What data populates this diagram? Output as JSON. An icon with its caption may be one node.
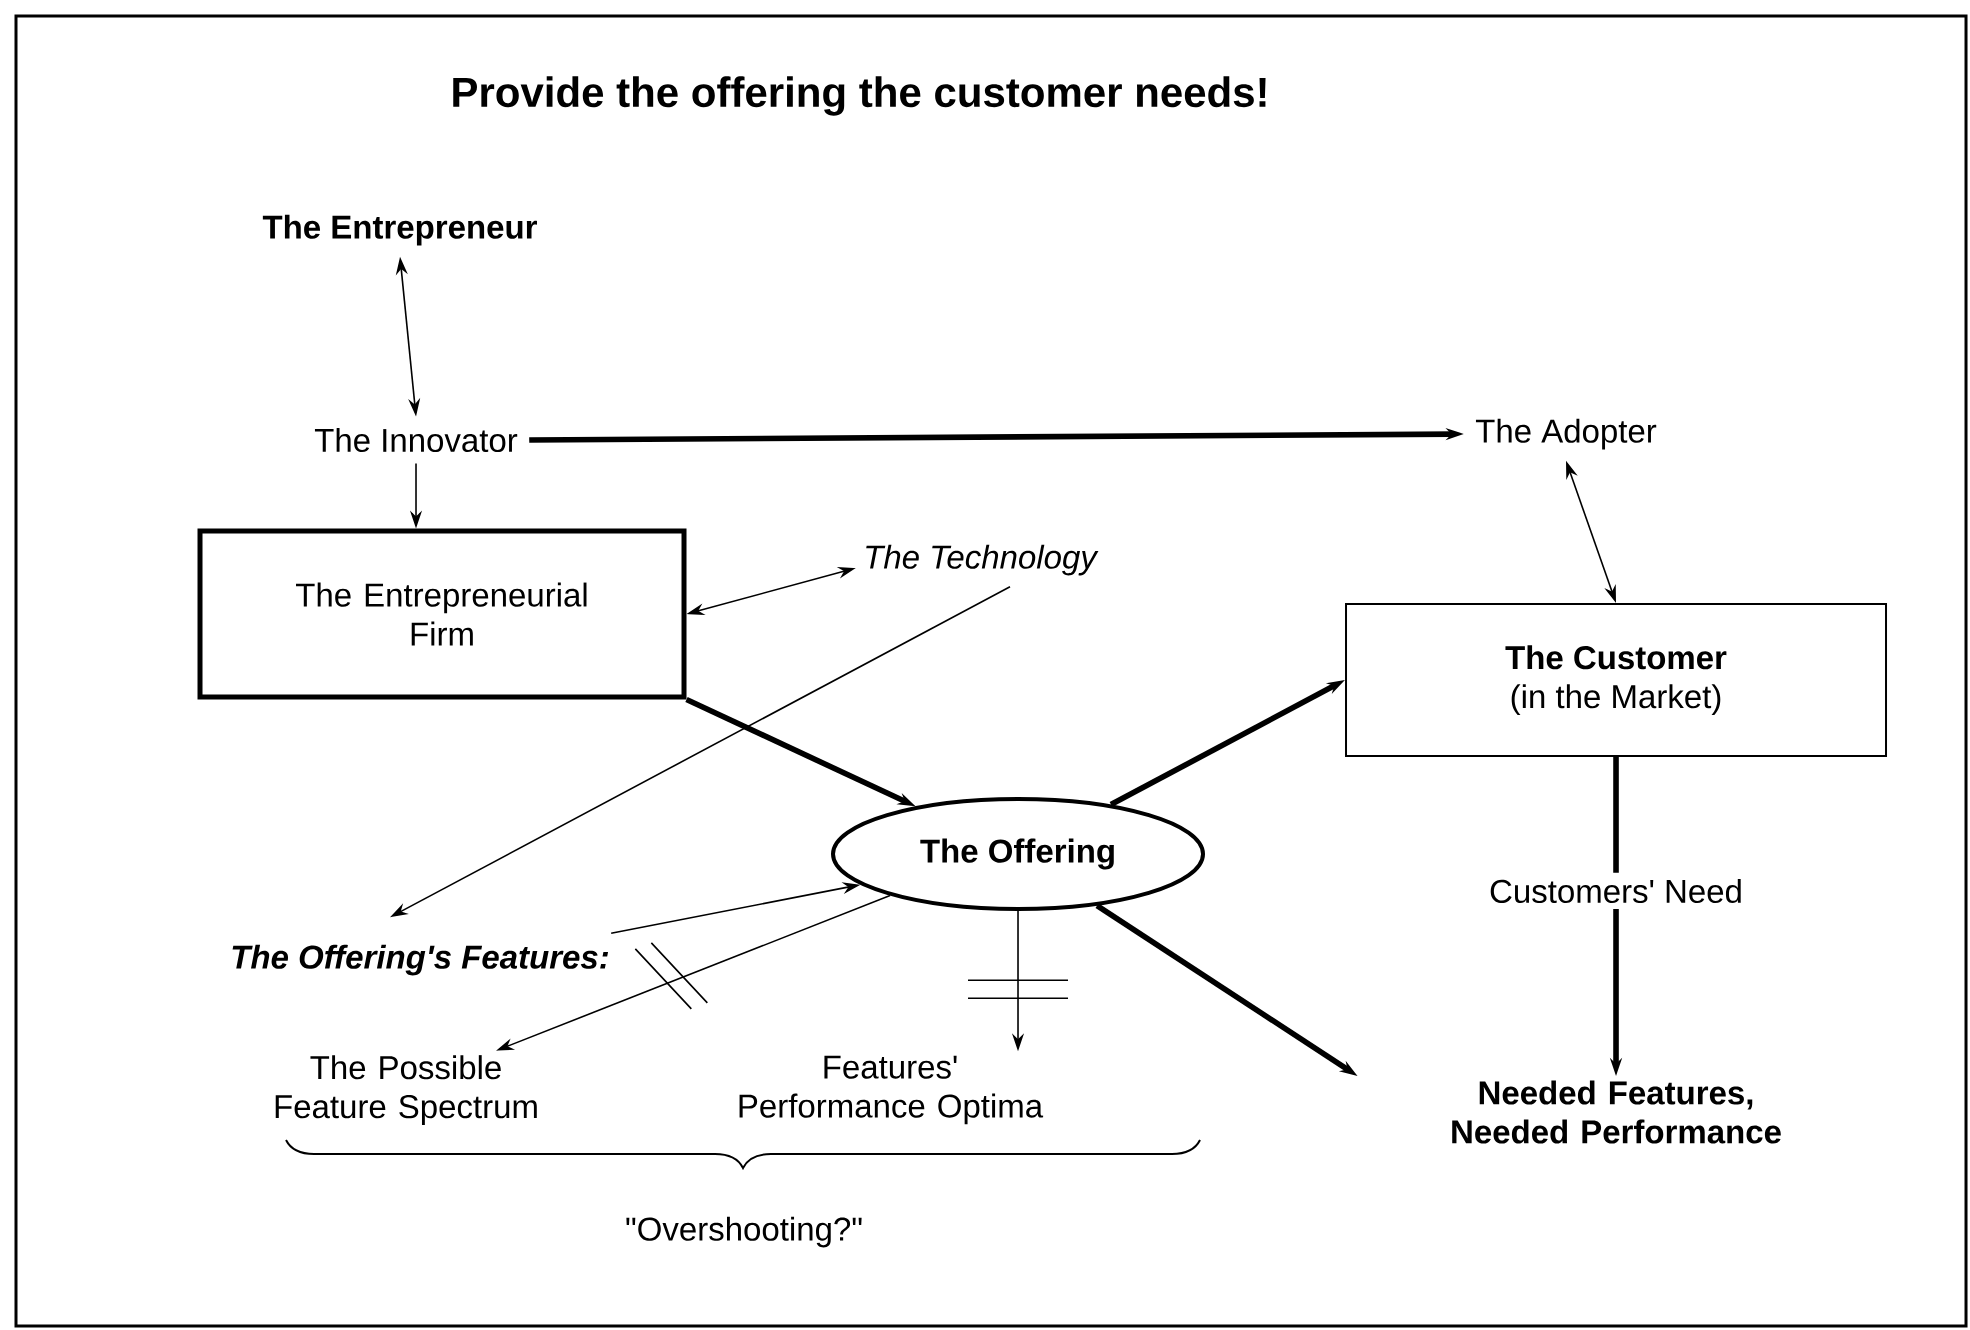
{
  "diagram": {
    "title": "Provide the offering the customer needs!",
    "nodes": [
      {
        "text": [
          "The Entrepreneur"
        ]
      },
      {
        "text": [
          "The Innovator"
        ]
      },
      {
        "text": [
          "The Adopter"
        ]
      },
      {
        "text": [
          "The Entrepreneurial Firm"
        ]
      },
      {
        "text": [
          "The Technology"
        ]
      },
      {
        "text": [
          "The Customer",
          "(in the Market)"
        ]
      },
      {
        "text": [
          "The Offering"
        ]
      },
      {
        "text": [
          "The Offering's Features:"
        ]
      },
      {
        "text": [
          "The Possible Feature Spectrum"
        ]
      },
      {
        "text": [
          "Features' Performance Optima"
        ]
      },
      {
        "text": [
          "Needed Features, Needed Performance"
        ]
      }
    ],
    "edges": [
      {
        "from": 0,
        "to": 1,
        "arrow": "both"
      },
      {
        "from": 1,
        "to": 3,
        "arrow": "to"
      },
      {
        "from": 1,
        "to": 2,
        "arrow": "to",
        "style": "thick"
      },
      {
        "from": 3,
        "to": 4,
        "arrow": "both"
      },
      {
        "from": 4,
        "to": 7,
        "arrow": "to"
      },
      {
        "from": 7,
        "to": 6,
        "arrow": "to"
      },
      {
        "from": 3,
        "to": 6,
        "arrow": "to",
        "style": "thick"
      },
      {
        "from": 2,
        "to": 5,
        "arrow": "both"
      },
      {
        "from": 6,
        "to": 5,
        "arrow": "to",
        "style": "thick"
      },
      {
        "from": 6,
        "to": 10,
        "arrow": "to",
        "style": "thick"
      },
      {
        "from": 6,
        "to": 8,
        "arrow": "to"
      },
      {
        "from": 6,
        "to": 9,
        "arrow": "to"
      },
      {
        "from": 5,
        "to": 10,
        "arrow": "to",
        "style": "thick",
        "label": "Customers' Need"
      }
    ],
    "labels": [
      "\"Overshooting?\""
    ]
  }
}
